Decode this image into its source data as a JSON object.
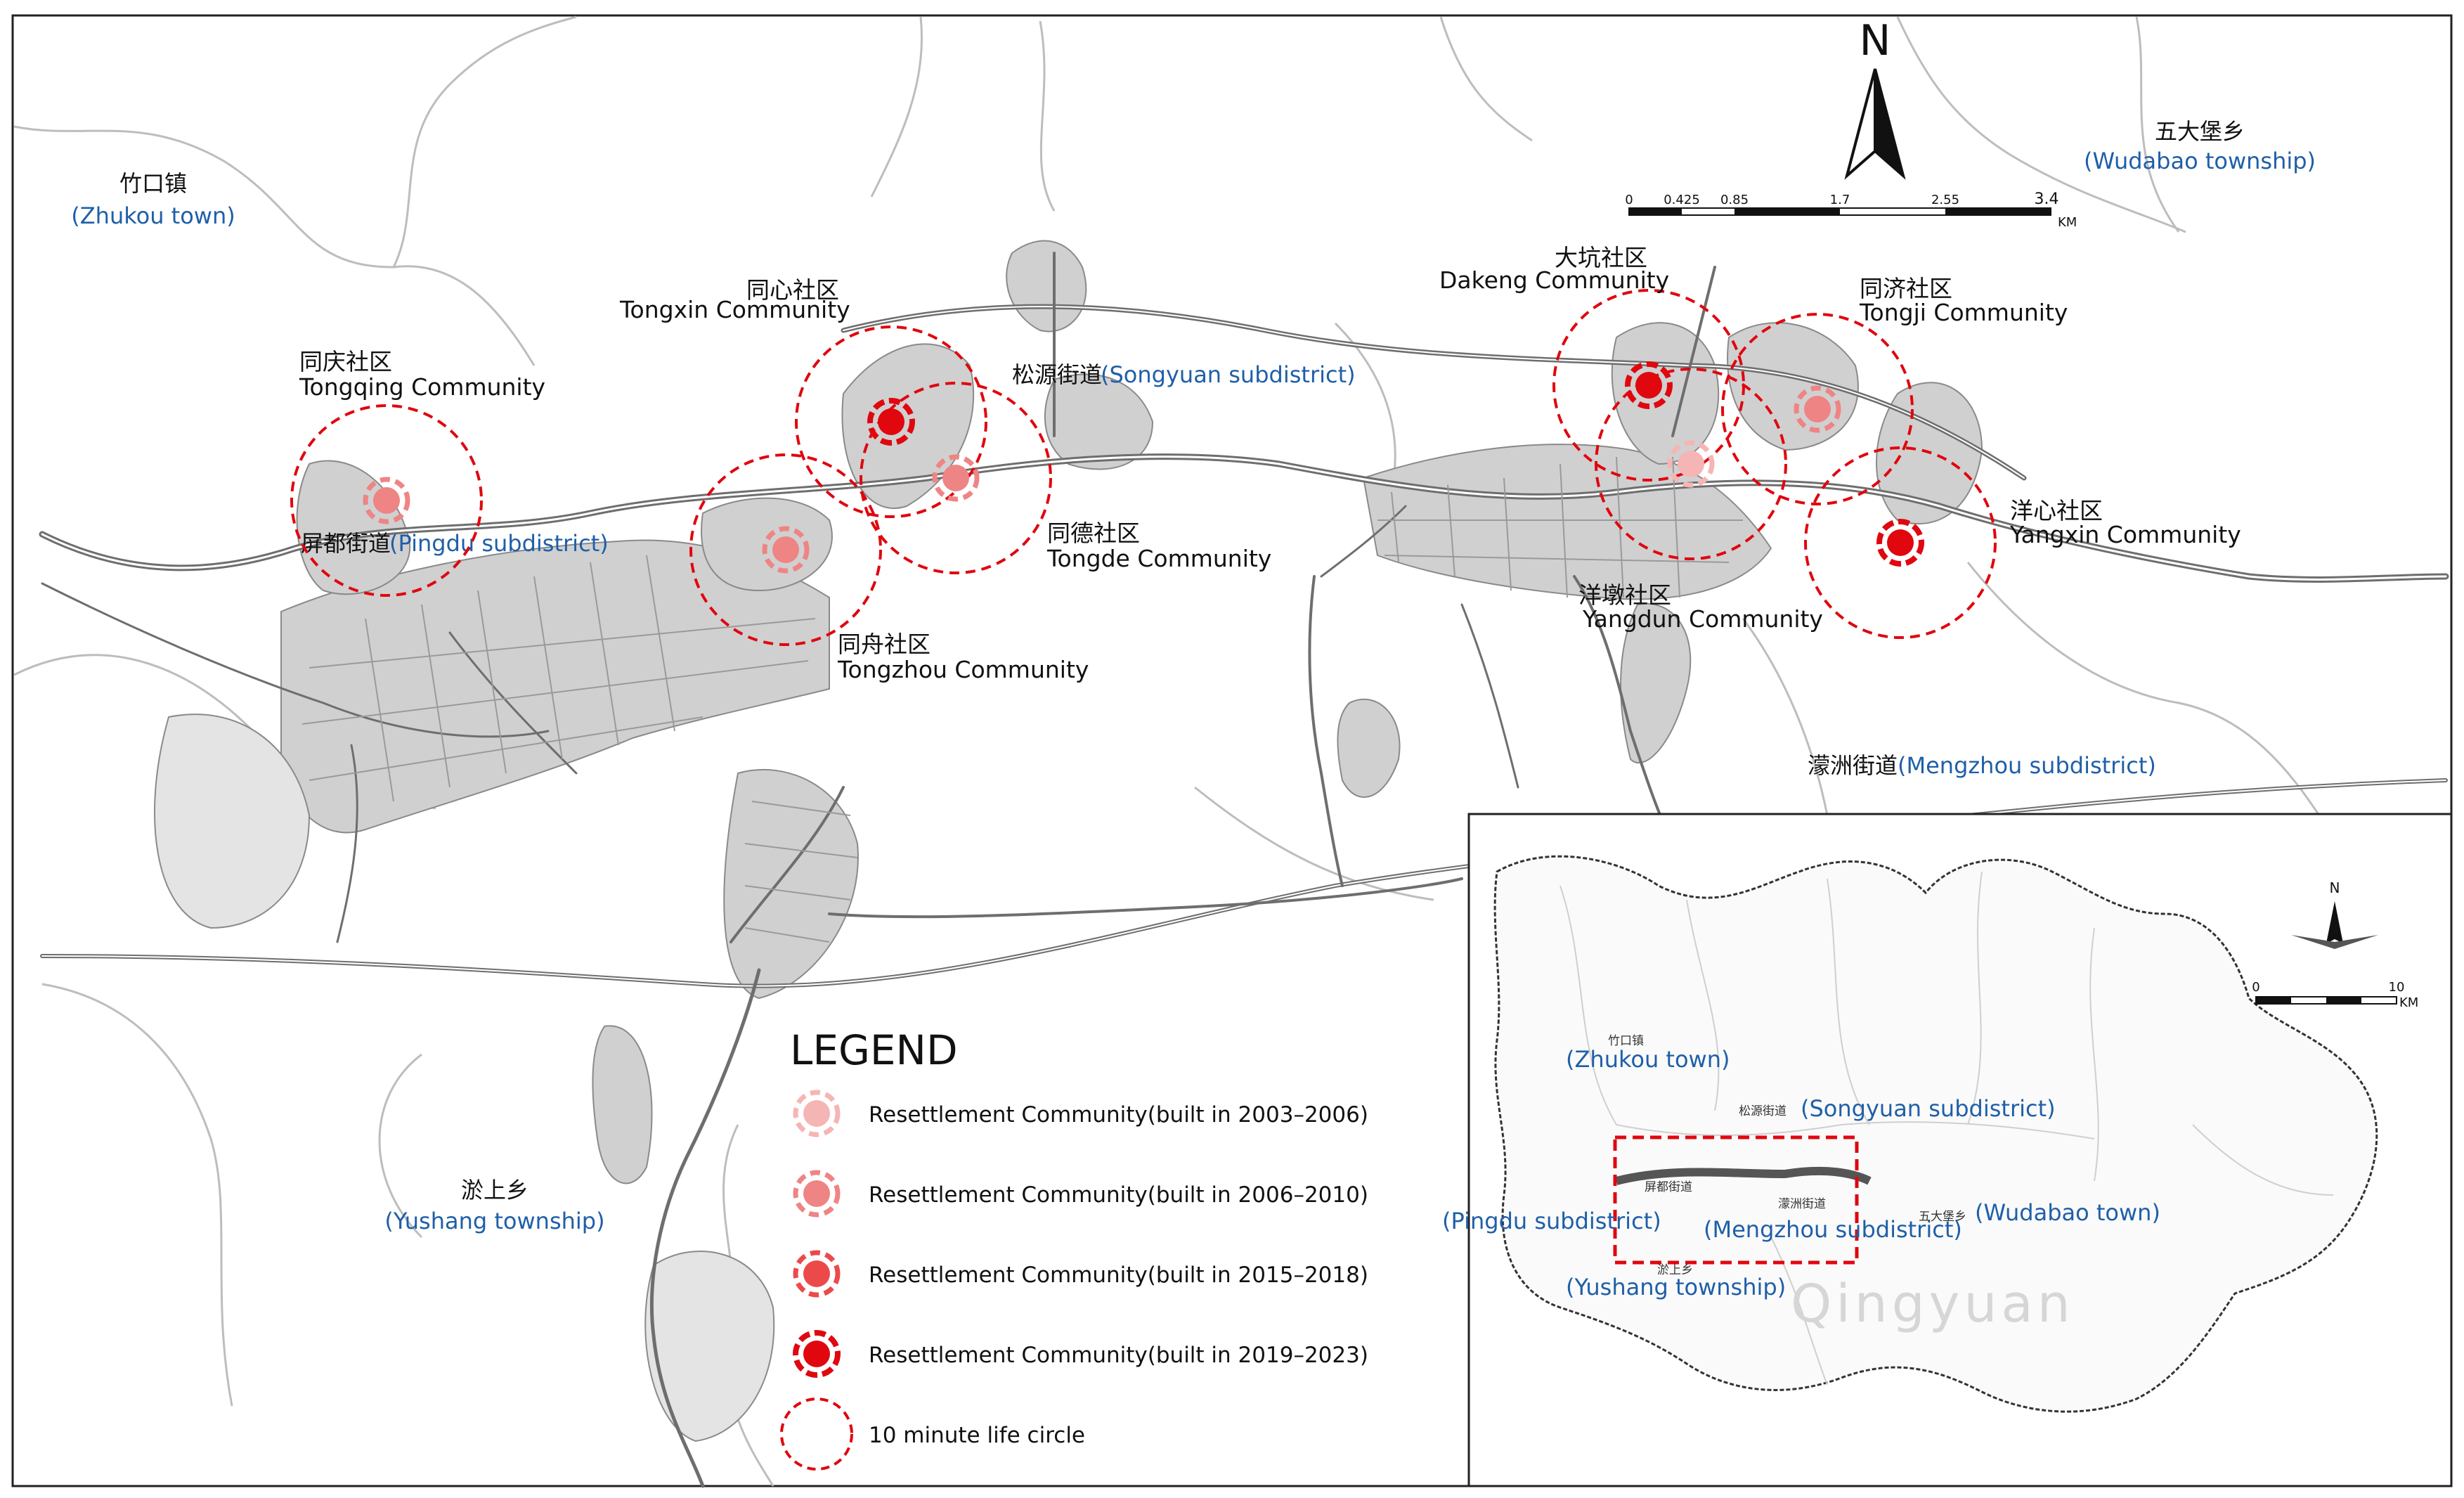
{
  "north_label": "N",
  "scale_bar": {
    "ticks": [
      "0",
      "0.425",
      "0.85",
      "1.7",
      "2.55",
      "3.4"
    ],
    "unit": "KM"
  },
  "places": {
    "zhukou": {
      "cn": "竹口镇",
      "en": "(Zhukou town)"
    },
    "wudabao": {
      "cn": "五大堡乡",
      "en": "(Wudabao township)"
    },
    "songyuan": {
      "cn": "松源街道",
      "en": "(Songyuan subdistrict)"
    },
    "pingdu": {
      "cn": "屏都街道",
      "en": "(Pingdu subdistrict)"
    },
    "mengzhou": {
      "cn": "濛洲街道",
      "en": "(Mengzhou subdistrict)"
    },
    "yushang": {
      "cn": "淤上乡",
      "en": "(Yushang township)"
    }
  },
  "communities": {
    "tongqing": {
      "cn": "同庆社区",
      "en": "Tongqing Community",
      "period": "2006-2010"
    },
    "tongxin": {
      "cn": "同心社区",
      "en": "Tongxin Community",
      "period": "2019-2023"
    },
    "tongde": {
      "cn": "同德社区",
      "en": "Tongde Community",
      "period": "2006-2010"
    },
    "tongzhou": {
      "cn": "同舟社区",
      "en": "Tongzhou Community",
      "period": "2006-2010"
    },
    "dakeng": {
      "cn": "大坑社区",
      "en": "Dakeng Community",
      "period": "2019-2023"
    },
    "tongji": {
      "cn": "同济社区",
      "en": "Tongji Community",
      "period": "2006-2010"
    },
    "yangdun": {
      "cn": "洋墩社区",
      "en": "Yangdun Community",
      "period": "2003-2006"
    },
    "yangxin": {
      "cn": "洋心社区",
      "en": "Yangxin Community",
      "period": "2019-2023"
    }
  },
  "legend": {
    "title": "LEGEND",
    "items": [
      {
        "label": "Resettlement Community(built in 2003–2006)",
        "color": "#f6b5b5"
      },
      {
        "label": "Resettlement Community(built in 2006–2010)",
        "color": "#ef8484"
      },
      {
        "label": "Resettlement Community(built in 2015–2018)",
        "color": "#ec4a4a"
      },
      {
        "label": "Resettlement Community(built in 2019–2023)",
        "color": "#e0070f"
      },
      {
        "label": "10 minute life circle",
        "color": "#e0070f"
      }
    ]
  },
  "inset": {
    "city": "Qingyuan",
    "north_label": "N",
    "scale_ticks": [
      "0",
      "10"
    ],
    "scale_unit": "KM",
    "labels": {
      "zhukou_en": "(Zhukou town)",
      "zhukou_cn": "竹口镇",
      "songyuan_en": "(Songyuan subdistrict)",
      "songyuan_cn": "松源街道",
      "pingdu_en": "(Pingdu subdistrict)",
      "pingdu_cn": "屏都街道",
      "mengzhou_en": "(Mengzhou subdistrict)",
      "mengzhou_cn": "濛洲街道",
      "wudabao_en": "(Wudabao town)",
      "wudabao_cn": "五大堡乡",
      "yushang_en": "(Yushang township)",
      "yushang_cn": "淤上乡"
    }
  },
  "colors": {
    "period_2003_2006": "#f6b5b5",
    "period_2006_2010": "#ef8484",
    "period_2015_2018": "#ec4a4a",
    "period_2019_2023": "#e0070f",
    "life_circle": "#e0070f",
    "place_label": "#1f5fa8",
    "urban_fill": "#c9c9c9",
    "road": "#6e6e6e"
  }
}
